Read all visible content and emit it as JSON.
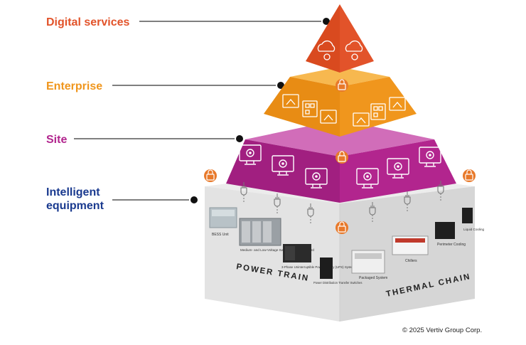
{
  "layers": [
    {
      "label": "Digital services",
      "color": "#e2532a"
    },
    {
      "label": "Enterprise",
      "color": "#f0961d"
    },
    {
      "label": "Site",
      "color": "#b2258e"
    },
    {
      "label": "Intelligent equipment",
      "line1": "Intelligent",
      "line2": "equipment",
      "color": "#1a3a8f"
    }
  ],
  "chains": {
    "left": "POWER TRAIN",
    "right": "THERMAL CHAIN"
  },
  "equipment": {
    "power": [
      "BESS Unit",
      "Medium- and Low-Voltage Switchgear/Switchboard",
      "3-Phase Uninterruptible Power Supply (UPS) Systems",
      "Power Distribution Transfer Switches"
    ],
    "thermal": [
      "Packaged System",
      "Chillers",
      "Perimeter Cooling",
      "Liquid Cooling"
    ]
  },
  "icons": {
    "connector": "lock-icon",
    "cloud": "cloud-gear-icon",
    "monitor": "monitor-gear-icon",
    "plug": "plug-icon"
  },
  "copyright": "© 2025 Vertiv Group Corp."
}
